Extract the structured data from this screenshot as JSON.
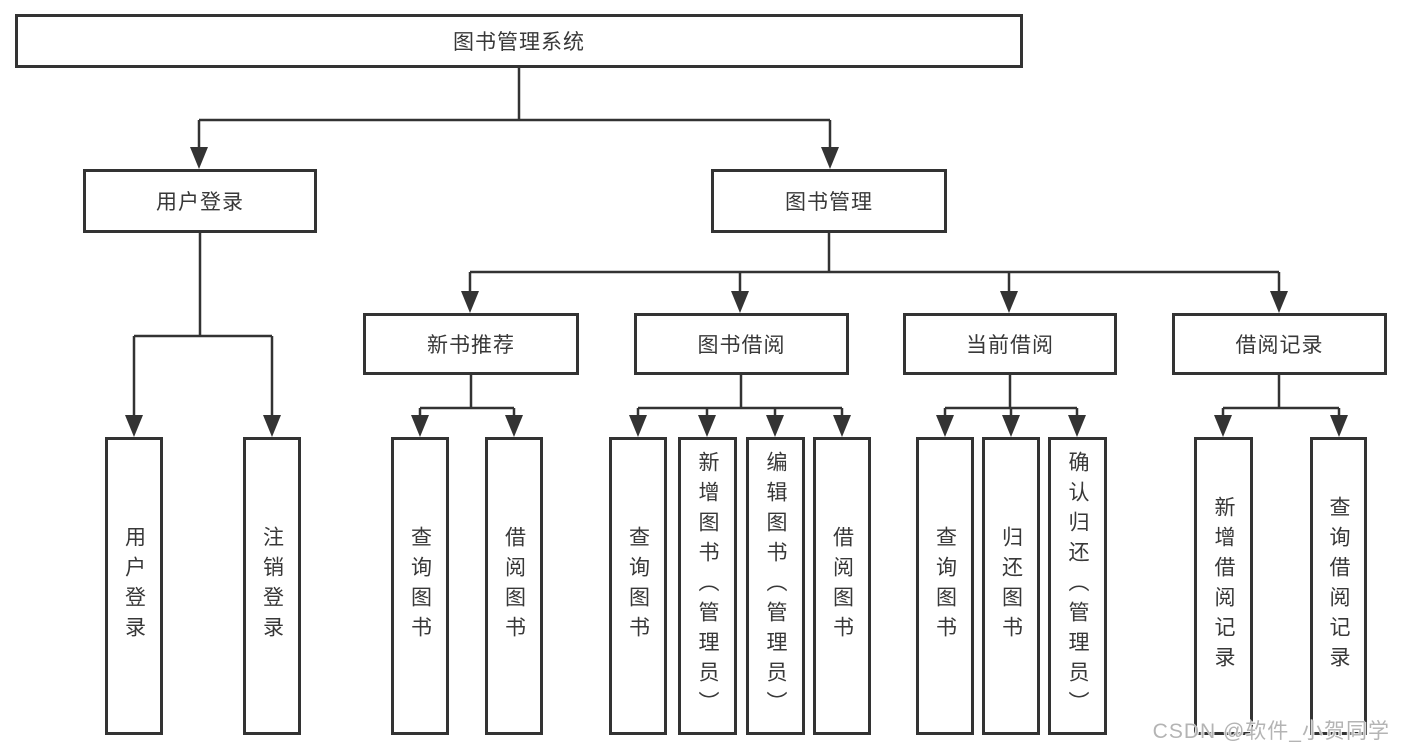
{
  "diagram_title": "图书管理系统",
  "nodes": {
    "root": "图书管理系统",
    "user_login": "用户登录",
    "book_mgmt": "图书管理",
    "new_book": "新书推荐",
    "book_borrow": "图书借阅",
    "current_borrow": "当前借阅",
    "borrow_record": "借阅记录",
    "leaf_user_login": "用户登录",
    "leaf_logout": "注销登录",
    "leaf_nb_query": "查询图书",
    "leaf_nb_borrow": "借阅图书",
    "leaf_bb_query": "查询图书",
    "leaf_bb_add": "新增图书（管理员）",
    "leaf_bb_edit": "编辑图书（管理员）",
    "leaf_bb_borrow": "借阅图书",
    "leaf_cb_query": "查询图书",
    "leaf_cb_return": "归还图书",
    "leaf_cb_confirm": "确认归还（管理员）",
    "leaf_br_add": "新增借阅记录",
    "leaf_br_query": "查询借阅记录"
  },
  "tree": {
    "图书管理系统": {
      "用户登录": [
        "用户登录",
        "注销登录"
      ],
      "图书管理": {
        "新书推荐": [
          "查询图书",
          "借阅图书"
        ],
        "图书借阅": [
          "查询图书",
          "新增图书（管理员）",
          "编辑图书（管理员）",
          "借阅图书"
        ],
        "当前借阅": [
          "查询图书",
          "归还图书",
          "确认归还（管理员）"
        ],
        "借阅记录": [
          "新增借阅记录",
          "查询借阅记录"
        ]
      }
    }
  },
  "watermark": {
    "text": "CSDN @软件_小贺同学"
  },
  "colors": {
    "line": "#333333",
    "border": "#333333",
    "text": "#383838",
    "watermark": "#b4b4b4",
    "background": "#ffffff"
  }
}
